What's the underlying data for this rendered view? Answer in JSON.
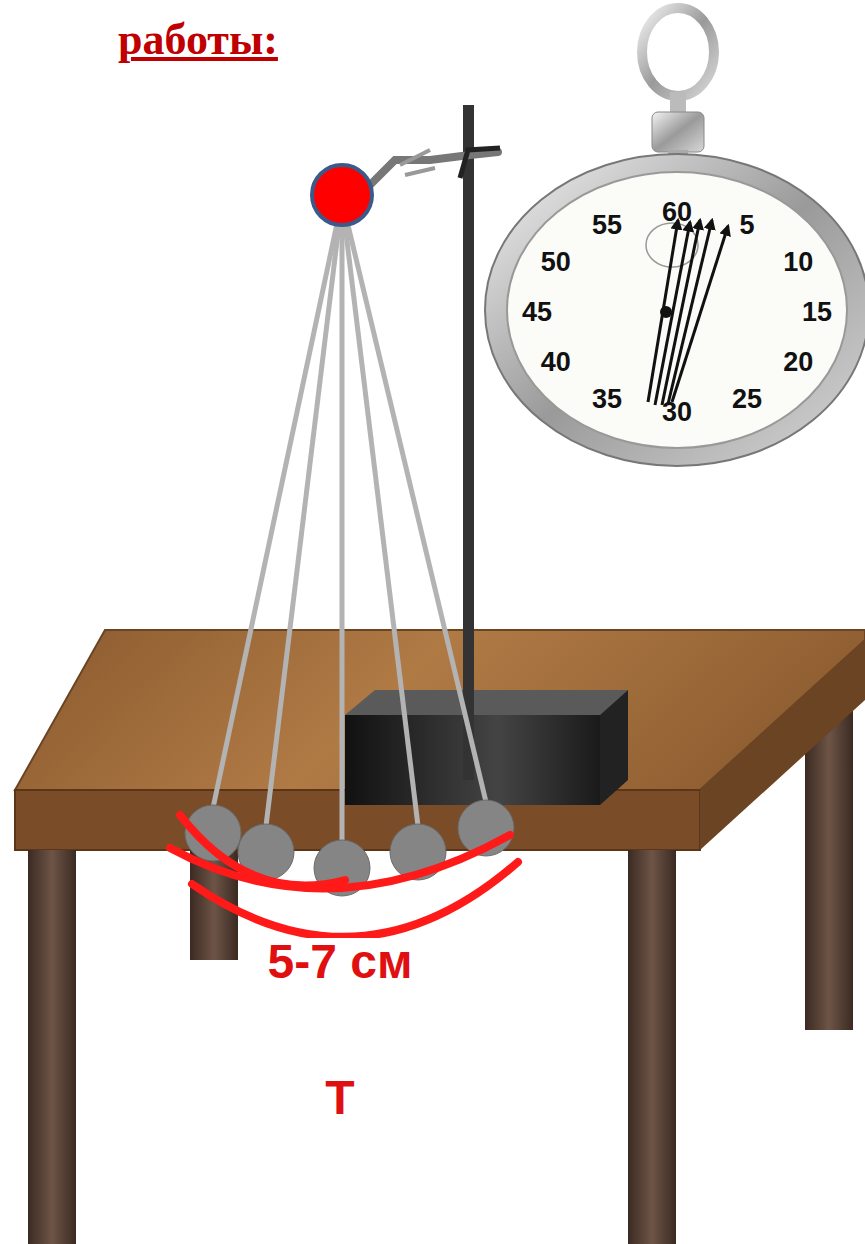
{
  "diagram": {
    "title": "работы:",
    "labels": [
      "5-7 см",
      "Т",
      "60",
      "5",
      "10",
      "15",
      "20",
      "25",
      "30",
      "35",
      "40",
      "45",
      "50",
      "55"
    ]
  }
}
